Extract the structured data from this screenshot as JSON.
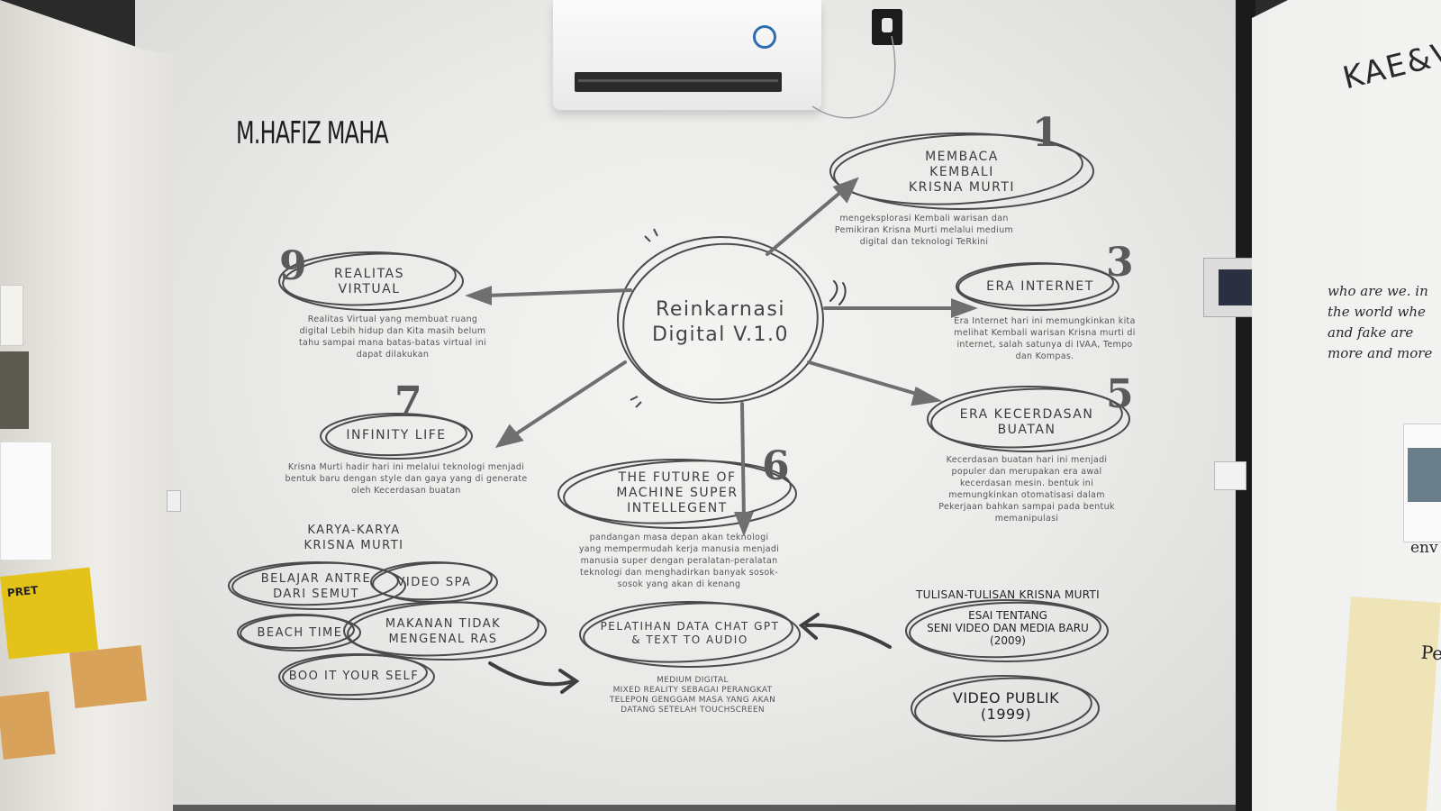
{
  "artist": "M.HAFIZ MAHA",
  "center": "Reinkarnasi Digital V.1.0",
  "center_line1": "Reinkarnasi",
  "center_line2": "Digital V.1.0",
  "nodes": {
    "n1": {
      "num": "1",
      "l1": "MEMBACA",
      "l2": "KEMBALI",
      "l3": "KRISNA MURTI",
      "d1": "mengeksplorasi Kembali warisan dan",
      "d2": "Pemikiran Krisna Murti melalui medium",
      "d3": "digital dan teknologi TeRkini"
    },
    "n3": {
      "num": "3",
      "l1": "ERA INTERNET",
      "d1": "Era Internet hari ini memungkinkan kita",
      "d2": "melihat Kembali warisan Krisna murti di",
      "d3": "internet, salah satunya di IVAA, Tempo",
      "d4": "dan Kompas."
    },
    "n5": {
      "num": "5",
      "l1": "ERA KECERDASAN",
      "l2": "BUATAN",
      "d1": "Kecerdasan buatan hari ini menjadi",
      "d2": "populer dan merupakan era awal",
      "d3": "kecerdasan mesin. bentuk ini",
      "d4": "memungkinkan otomatisasi dalam",
      "d5": "Pekerjaan bahkan sampai pada bentuk",
      "d6": "memanipulasi"
    },
    "n6": {
      "num": "6",
      "l1": "THE FUTURE OF",
      "l2": "MACHINE SUPER",
      "l3": "INTELLEGENT",
      "d1": "pandangan masa depan akan teknologi",
      "d2": "yang mempermudah kerja manusia menjadi",
      "d3": "manusia super dengan peralatan-peralatan",
      "d4": "teknologi dan menghadirkan banyak sosok-",
      "d5": "sosok yang akan di kenang"
    },
    "n7": {
      "num": "7",
      "l1": "INFINITY LIFE",
      "d1": "Krisna Murti hadir hari ini melalui teknologi menjadi",
      "d2": "bentuk baru dengan style dan gaya yang di generate",
      "d3": "oleh Kecerdasan buatan"
    },
    "n9": {
      "num": "9",
      "l1": "REALITAS",
      "l2": "VIRTUAL",
      "d1": "Realitas Virtual yang membuat ruang",
      "d2": "digital Lebih hidup dan Kita masih belum",
      "d3": "tahu sampai mana batas-batas virtual ini",
      "d4": "dapat dilakukan"
    }
  },
  "works": {
    "title1": "KARYA-KARYA",
    "title2": "KRISNA MURTI",
    "items": [
      "BELAJAR ANTRE DARI SEMUT",
      "VIDEO SPA",
      "BEACH TIME",
      "MAKANAN TIDAK MENGENAL RAS",
      "BOO IT YOUR SELF"
    ],
    "i0a": "BELAJAR ANTRE",
    "i0b": "DARI SEMUT",
    "i3a": "MAKANAN TIDAK",
    "i3b": "MENGENAL RAS"
  },
  "writings": {
    "title": "TULISAN-TULISAN KRISNA MURTI",
    "w1a": "ESAI TENTANG",
    "w1b": "SENI VIDEO DAN MEDIA BARU",
    "w1c": "(2009)",
    "w2a": "VIDEO PUBLIK",
    "w2b": "(1999)"
  },
  "training": {
    "l1": "PELATIHAN DATA CHAT GPT",
    "l2": "& TEXT TO AUDIO",
    "d1": "MEDIUM DIGITAL",
    "d2": "MIXED REALITY SEBAGAI PERANGKAT",
    "d3": "TELEPON GENGGAM MASA YANG AKAN",
    "d4": "DATANG SETELAH TOUCHSCREEN"
  },
  "right_panel": {
    "title": "KAE&V",
    "lines": [
      "who are we. in",
      "the world whe",
      "and fake are",
      "more and more"
    ],
    "env": "env",
    "card_title": "Pe"
  },
  "left_panel": {
    "card_word": "PRET"
  },
  "colors": {
    "ink": "#3c3c3c",
    "arrow": "#6f6f6f",
    "wall": "#ececea",
    "yellow_card": "#e3c21a",
    "orange_card": "#d9a25a"
  }
}
